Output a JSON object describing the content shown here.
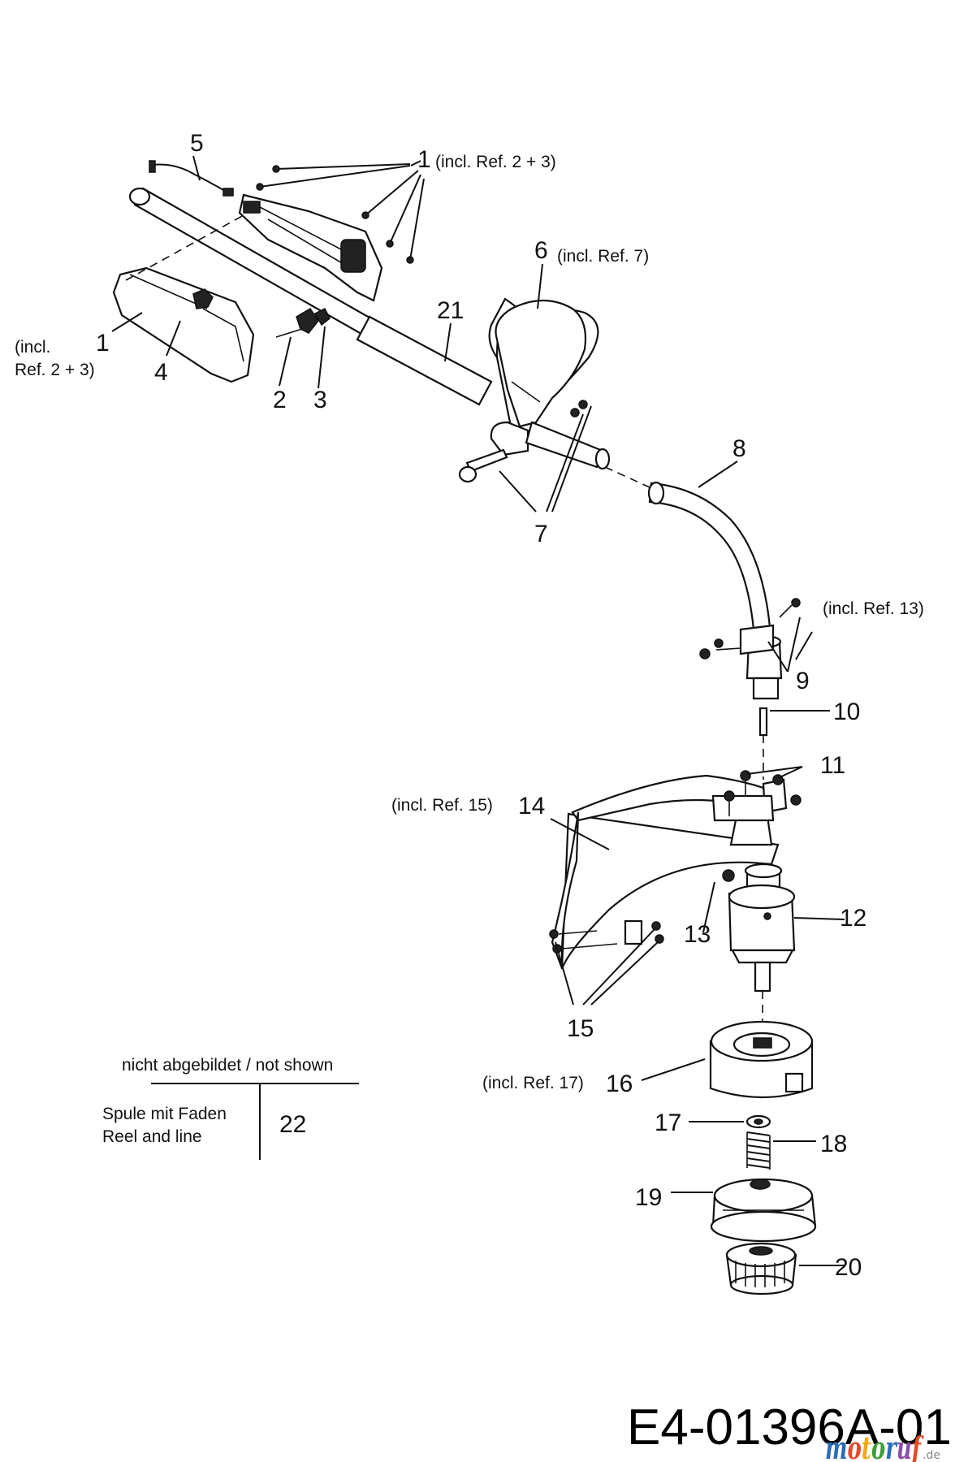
{
  "diagram": {
    "code": "E4-01396A-01",
    "labels": {
      "p1_top": "1",
      "p1_top_note": "(incl. Ref. 2 + 3)",
      "p1_left": "1",
      "p1_left_note_a": "(incl.",
      "p1_left_note_b": "Ref. 2 + 3)",
      "p2": "2",
      "p3": "3",
      "p4": "4",
      "p5": "5",
      "p6": "6",
      "p6_note": "(incl. Ref. 7)",
      "p7": "7",
      "p8": "8",
      "p9": "9",
      "p9_note": "(incl. Ref. 13)",
      "p10": "10",
      "p11": "11",
      "p12": "12",
      "p13": "13",
      "p14": "14",
      "p14_note": "(incl. Ref. 15)",
      "p15": "15",
      "p16": "16",
      "p16_note": "(incl. Ref. 17)",
      "p17": "17",
      "p18": "18",
      "p19": "19",
      "p20": "20",
      "p21": "21",
      "p22": "22"
    },
    "not_shown": {
      "header": "nicht abgebildet / not shown",
      "line_de": "Spule mit Faden",
      "line_en": "Reel and line"
    }
  },
  "watermark": {
    "brand_letters": [
      "m",
      "o",
      "t",
      "o",
      "r",
      "u",
      "f"
    ],
    "brand_colors": [
      "#2a6cb8",
      "#e24a2a",
      "#f2a91c",
      "#3f9c3a",
      "#2a6cb8",
      "#8b4fa8",
      "#e24a2a"
    ],
    "suffix": ".de"
  }
}
